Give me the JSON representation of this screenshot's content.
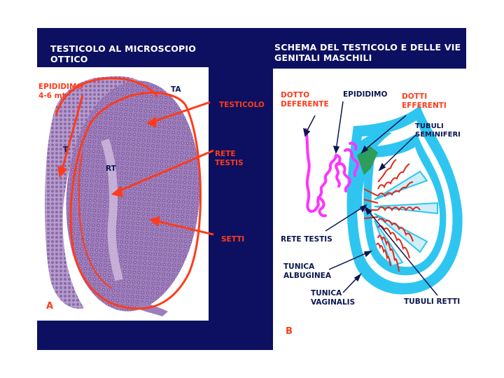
{
  "colors": {
    "navy": "#0d1060",
    "red": "#ff3b1a",
    "tissue": "#9a7bb7",
    "magenta": "#ff33ff",
    "cyan": "#2ec6f0",
    "green": "#2e9c5a"
  },
  "left_panel": {
    "title_line1": "TESTICOLO AL MICROSCOPIO",
    "title_line2": "OTTICO",
    "epididimo_line1": "EPIDIDIMO",
    "epididimo_line2": "4-6 mt",
    "ta": "TA",
    "t": "T",
    "rt": "RT",
    "testicolo": "TESTICOLO",
    "rete_line1": "RETE",
    "rete_line2": "TESTIS",
    "setti": "SETTI",
    "letter": "A"
  },
  "right_panel": {
    "title_line1": "SCHEMA DEL TESTICOLO E DELLE VIE",
    "title_line2": "GENITALI MASCHILI",
    "dotto_line1": "DOTTO",
    "dotto_line2": "DEFERENTE",
    "epididimo": "EPIDIDIMO",
    "dotti_line1": "DOTTI",
    "dotti_line2": "EFFERENTI",
    "tubuli_sem_line1": "TUBULI",
    "tubuli_sem_line2": "SEMINIFERI",
    "rete_testis": "RETE TESTIS",
    "tunica_alb_line1": "TUNICA",
    "tunica_alb_line2": "ALBUGINEA",
    "tunica_vag_line1": "TUNICA",
    "tunica_vag_line2": "VAGINALIS",
    "tubuli_retti": "TUBULI RETTI",
    "letter": "B"
  }
}
